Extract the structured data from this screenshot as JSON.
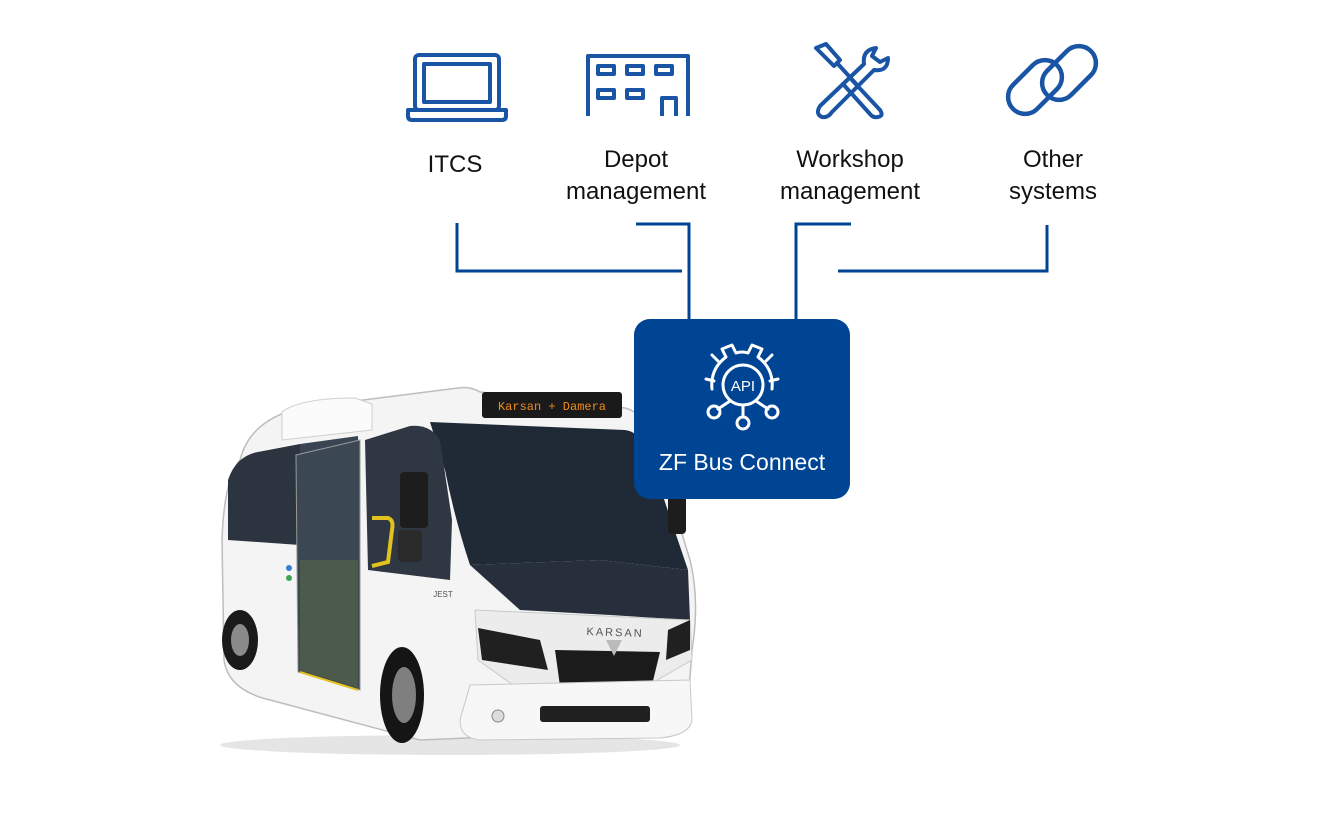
{
  "systems": [
    {
      "label": "ITCS",
      "icon": "laptop-icon"
    },
    {
      "label": "Depot\nmanagement",
      "icon": "depot-building-icon"
    },
    {
      "label": "Workshop\nmanagement",
      "icon": "tools-icon"
    },
    {
      "label": "Other\nsystems",
      "icon": "chain-link-icon"
    }
  ],
  "hub": {
    "label": "ZF Bus Connect",
    "api_text": "API",
    "icon": "api-gear-icon"
  },
  "bus": {
    "destination_display": "Karsan + Damera",
    "brand": "KARSAN",
    "side_badge": "JEST",
    "icon": "minibus-photo"
  },
  "colors": {
    "brand_blue": "#004494",
    "icon_blue": "#1a54a4",
    "text": "#111111"
  }
}
